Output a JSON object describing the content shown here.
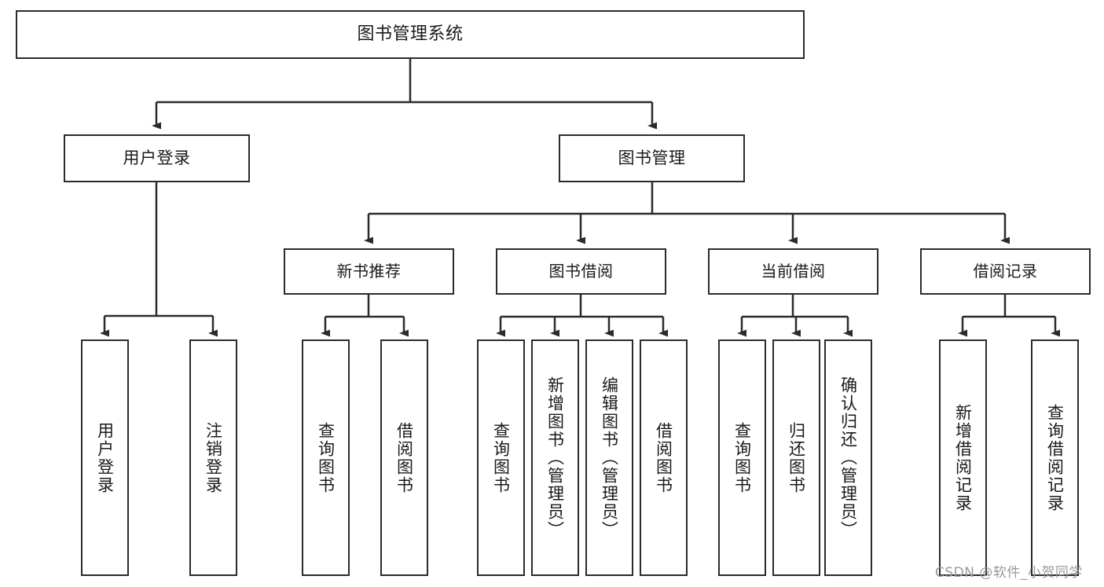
{
  "diagram": {
    "title": "图书管理系统",
    "type": "hierarchy-tree",
    "line_color": "#2b2b2b",
    "box_fill": "#ffffff",
    "text_color": "#1a1a1a",
    "nodes": {
      "root": {
        "label": "图书管理系统"
      },
      "level2": [
        {
          "id": "user-login",
          "label": "用户登录"
        },
        {
          "id": "book-management",
          "label": "图书管理"
        }
      ],
      "level3": [
        {
          "id": "new-book-recommend",
          "label": "新书推荐"
        },
        {
          "id": "book-borrow",
          "label": "图书借阅"
        },
        {
          "id": "current-borrow",
          "label": "当前借阅"
        },
        {
          "id": "borrow-record",
          "label": "借阅记录"
        }
      ],
      "leaves": {
        "user_login": [
          {
            "id": "leaf-user-login",
            "label": "用户登录"
          },
          {
            "id": "leaf-logout-login",
            "label": "注销登录"
          }
        ],
        "new_book_recommend": [
          {
            "id": "leaf-query-book-1",
            "label": "查询图书"
          },
          {
            "id": "leaf-borrow-book-1",
            "label": "借阅图书"
          }
        ],
        "book_borrow": [
          {
            "id": "leaf-query-book-2",
            "label": "查询图书"
          },
          {
            "id": "leaf-add-book-admin",
            "label": "新增图书（管理员）"
          },
          {
            "id": "leaf-edit-book-admin",
            "label": "编辑图书（管理员）"
          },
          {
            "id": "leaf-borrow-book-2",
            "label": "借阅图书"
          }
        ],
        "current_borrow": [
          {
            "id": "leaf-query-book-3",
            "label": "查询图书"
          },
          {
            "id": "leaf-return-book",
            "label": "归还图书"
          },
          {
            "id": "leaf-confirm-return-admin",
            "label": "确认归还（管理员）"
          }
        ],
        "borrow_record": [
          {
            "id": "leaf-add-borrow-record",
            "label": "新增借阅记录"
          },
          {
            "id": "leaf-query-borrow-record",
            "label": "查询借阅记录"
          }
        ]
      }
    }
  },
  "watermark": {
    "text": "CSDN @软件_小贺同学"
  }
}
